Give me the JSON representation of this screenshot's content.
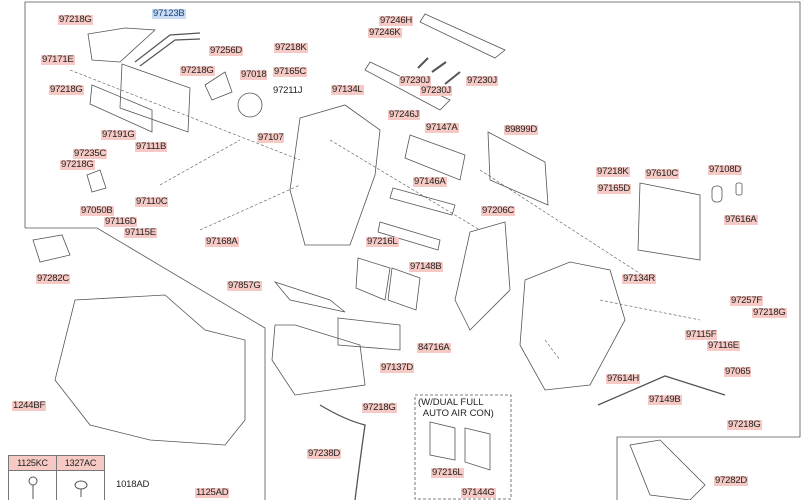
{
  "diagram": {
    "labels": [
      "97218G",
      "97123B",
      "97171E",
      "97218G",
      "97191G",
      "97256D",
      "97218G",
      "97018",
      "97211J",
      "97218K",
      "97165C",
      "97134L",
      "97107",
      "97235C",
      "97111B",
      "97218G",
      "97050B",
      "97110C",
      "97116D",
      "97115E",
      "97168A",
      "97246H",
      "97246K",
      "97230J",
      "97230J",
      "97230J",
      "97246J",
      "97147A",
      "89899D",
      "97218K",
      "97165D",
      "97610C",
      "97108D",
      "97616A",
      "97146A",
      "97206C",
      "97216L",
      "97148B",
      "97134R",
      "97282C",
      "97857G",
      "84716A",
      "97137D",
      "97218G",
      "97238D",
      "97257F",
      "97218G",
      "97115F",
      "97116E",
      "97614H",
      "97065",
      "97149B",
      "97218G",
      "97282D",
      "1244BF",
      "1018AD",
      "1125AD",
      "97216L",
      "97144G"
    ],
    "selected_label": "97123B",
    "option_note": "(W/DUAL FULL\n  AUTO AIR CON)",
    "fastener_table": {
      "col1": "1125KC",
      "col2": "1327AC"
    },
    "colors": {
      "label_highlight": "#f6c9c4",
      "selected_highlight": "#c8dcf4",
      "line": "#555555"
    }
  }
}
